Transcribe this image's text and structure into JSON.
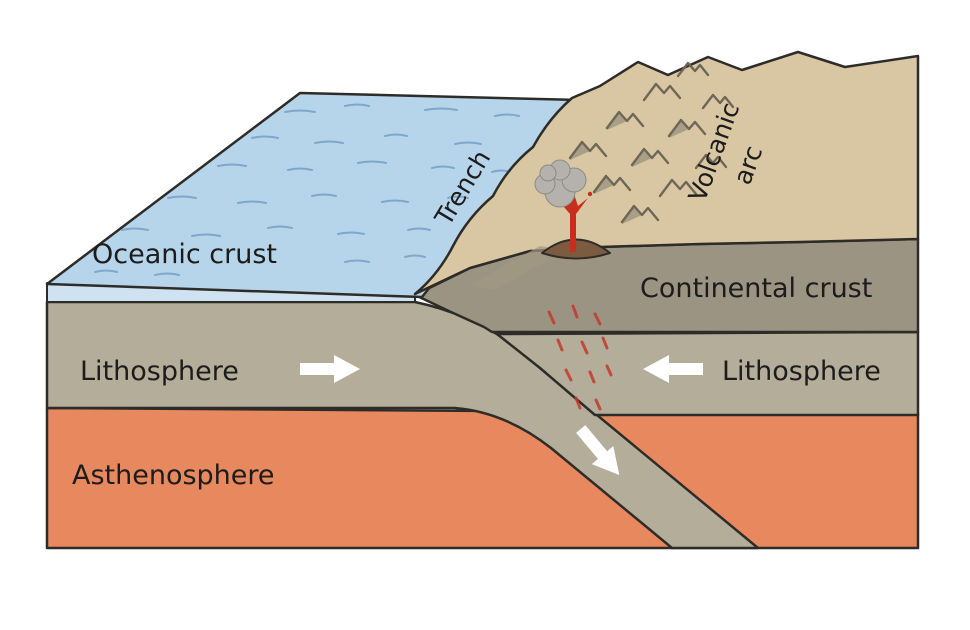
{
  "title": "Subduction zone diagram",
  "labels": {
    "oceanic_crust": "Oceanic crust",
    "trench": "Trench",
    "volcanic": "Volcanic",
    "arc": "arc",
    "continental_crust": "Continental crust",
    "lithosphere_left": "Lithosphere",
    "lithosphere_right": "Lithosphere",
    "asthenosphere": "Asthenosphere"
  },
  "colors": {
    "ocean": "#b7d5ea",
    "ocean_edge": "#cfe2f1",
    "continent_surface": "#d8c7a2",
    "continental_crust": "#9c9482",
    "lithosphere": "#b4ad99",
    "asthenosphere": "#e8885f",
    "outline": "#2e2c29",
    "magma": "#c92e1d",
    "crater": "#7b5c41",
    "smoke": "#b5b2ad",
    "arrow": "#ffffff"
  }
}
